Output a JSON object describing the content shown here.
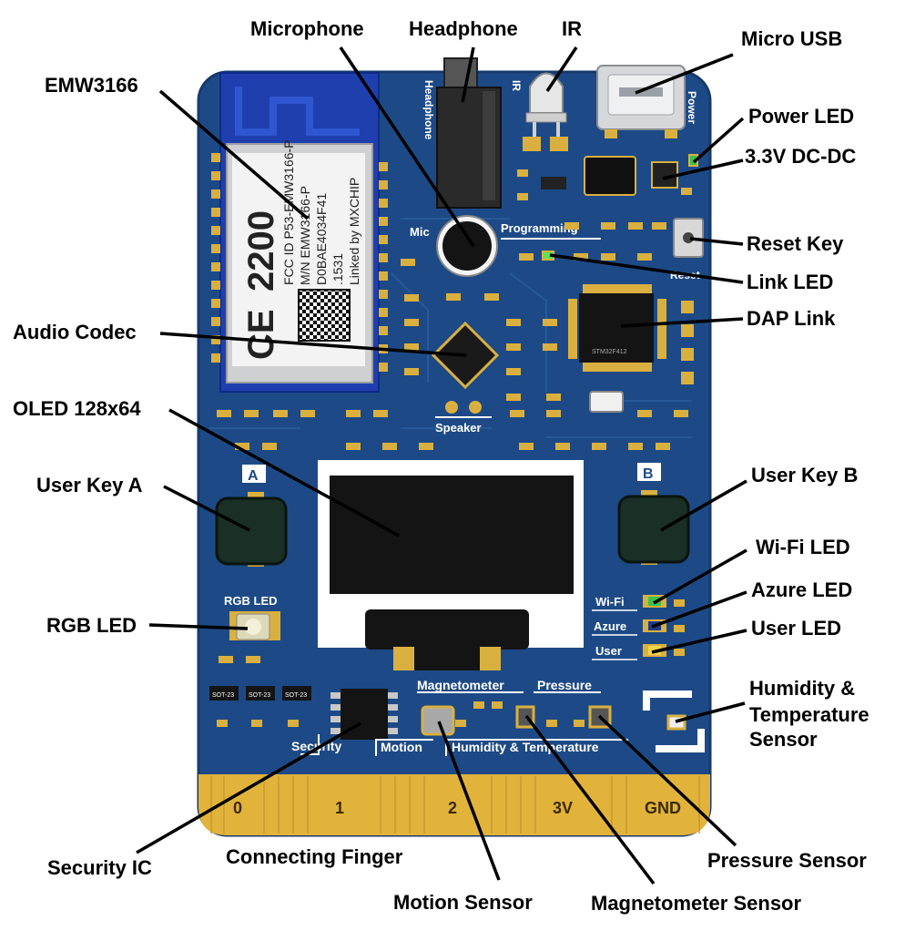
{
  "board": {
    "colors": {
      "pcb": "#1d4a86",
      "pcb_edge": "#163a6c",
      "gold": "#e2b33b",
      "silk": "#ffffff",
      "oled_glass": "#141414",
      "oled_frame": "#ffffff",
      "module_blue": "#1f3fae"
    },
    "module_text": {
      "ce_mark": "CE",
      "ce_number": "2200",
      "line1": "FCC ID P53-EMW3166-P",
      "line2": "M/N EMW3166-P",
      "line3": "D0BAE4034F41",
      "line4": ".1531",
      "line5": "Linked by MXCHIP"
    },
    "silkscreen": {
      "headphone": "Headphone",
      "ir": "IR",
      "power": "Power",
      "mic": "Mic",
      "programming": "Programming",
      "reset": "Reset",
      "speaker": "Speaker",
      "key_a": "A",
      "key_b": "B",
      "rgb_led": "RGB LED",
      "wifi": "Wi-Fi",
      "azure": "Azure",
      "user": "User",
      "magnetometer": "Magnetometer",
      "pressure": "Pressure",
      "security": "Security",
      "motion": "Motion",
      "humidity_temperature": "Humidity & Temperature",
      "sot23": "SOT-23"
    },
    "fingers": [
      "0",
      "1",
      "2",
      "3V",
      "GND"
    ]
  },
  "callouts": {
    "microphone": "Microphone",
    "headphone": "Headphone",
    "ir": "IR",
    "micro_usb": "Micro USB",
    "emw3166": "EMW3166",
    "power_led": "Power LED",
    "dcdc": "3.3V DC-DC",
    "reset_key": "Reset Key",
    "link_led": "Link LED",
    "audio_codec": "Audio Codec",
    "dap_link": "DAP Link",
    "oled": "OLED 128x64",
    "user_key_a": "User Key A",
    "user_key_b": "User Key B",
    "wifi_led": "Wi-Fi LED",
    "azure_led": "Azure LED",
    "rgb_led": "RGB LED",
    "user_led": "User LED",
    "humidity_temp_line1": "Humidity &",
    "humidity_temp_line2": "Temperature",
    "humidity_temp_line3": "Sensor",
    "security_ic": "Security IC",
    "connecting_finger": "Connecting Finger",
    "pressure_sensor": "Pressure Sensor",
    "motion_sensor": "Motion Sensor",
    "magnetometer_sensor": "Magnetometer Sensor"
  }
}
